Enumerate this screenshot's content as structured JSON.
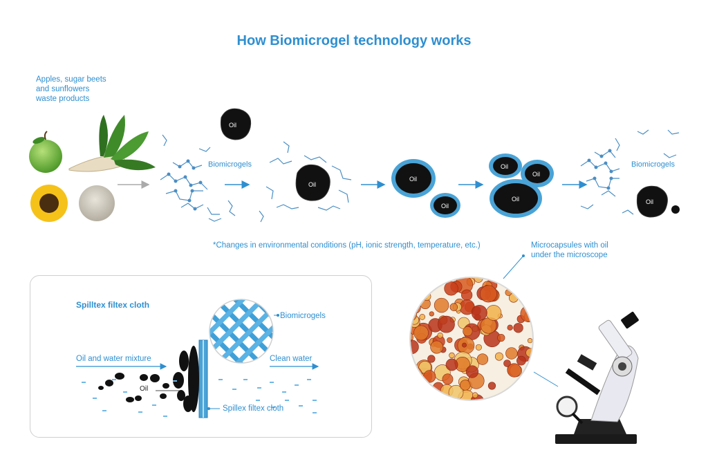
{
  "title": "How Biomicrogel technology works",
  "sources_label": [
    "Apples, sugar beets",
    "and sunflowers",
    "waste products"
  ],
  "process": {
    "oil_label": "Oil",
    "biomicrogels_label_1": "Biomicrogels",
    "biomicrogels_label_2": "Biomicrogels",
    "footnote": "*Changes in environmental conditions (pH, ionic strength, temperature, etc.)"
  },
  "microscope": {
    "caption": [
      "Microcapsules with oil",
      "under the microscope"
    ]
  },
  "filter_panel": {
    "title": "Spilltex filtex cloth",
    "biomicrogels_label": "Biomicrogels",
    "mixture_label": "Oil and water mixture",
    "clean_water_label": "Clean water",
    "oil_label": "Oil",
    "cloth_label": "Spillex filtex cloth"
  },
  "colors": {
    "accent": "#2e8fd0",
    "oil": "#111111",
    "capsule": "#4aa3d6"
  }
}
